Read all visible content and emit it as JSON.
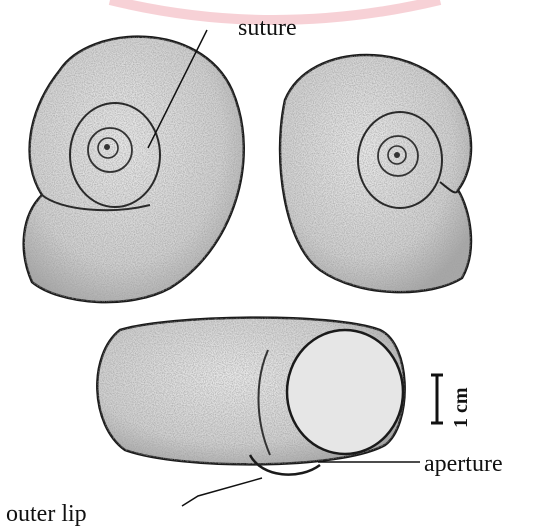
{
  "labels": {
    "suture": "suture",
    "aperture": "aperture",
    "outer_lip": "outer lip",
    "scale": "1 cm"
  },
  "colors": {
    "shell_fill": "#d9d9d9",
    "shell_dark": "#8a8a8a",
    "outline": "#1a1a1a",
    "watermark": "#e87a8a"
  },
  "icons": [
    "snail-shell-apical-view",
    "snail-shell-umbilical-view",
    "snail-shell-apertural-view",
    "scale-bar"
  ]
}
